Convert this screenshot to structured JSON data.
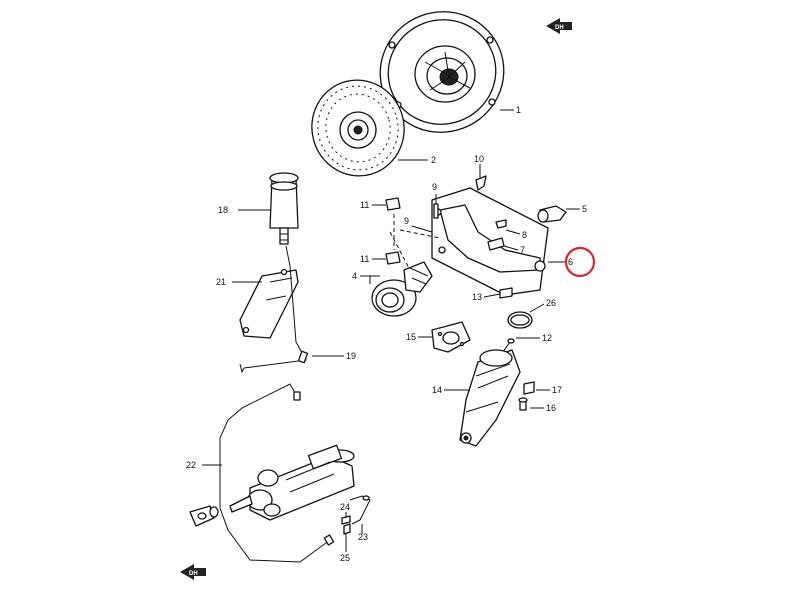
{
  "labels": {
    "p1": "1",
    "p2": "2",
    "p4": "4",
    "p5": "5",
    "p6": "6",
    "p7": "7",
    "p8": "8",
    "p9a": "9",
    "p9b": "9",
    "p10": "10",
    "p11a": "11",
    "p11b": "11",
    "p12": "12",
    "p13": "13",
    "p14": "14",
    "p15": "15",
    "p16": "16",
    "p17": "17",
    "p18": "18",
    "p19": "19",
    "p21": "21",
    "p22": "22",
    "p23": "23",
    "p24": "24",
    "p25": "25",
    "p26": "26"
  },
  "direction_tag": {
    "top": "DH",
    "bottom": "DH"
  },
  "highlight": {
    "part": "6",
    "color": "#e0202e"
  }
}
